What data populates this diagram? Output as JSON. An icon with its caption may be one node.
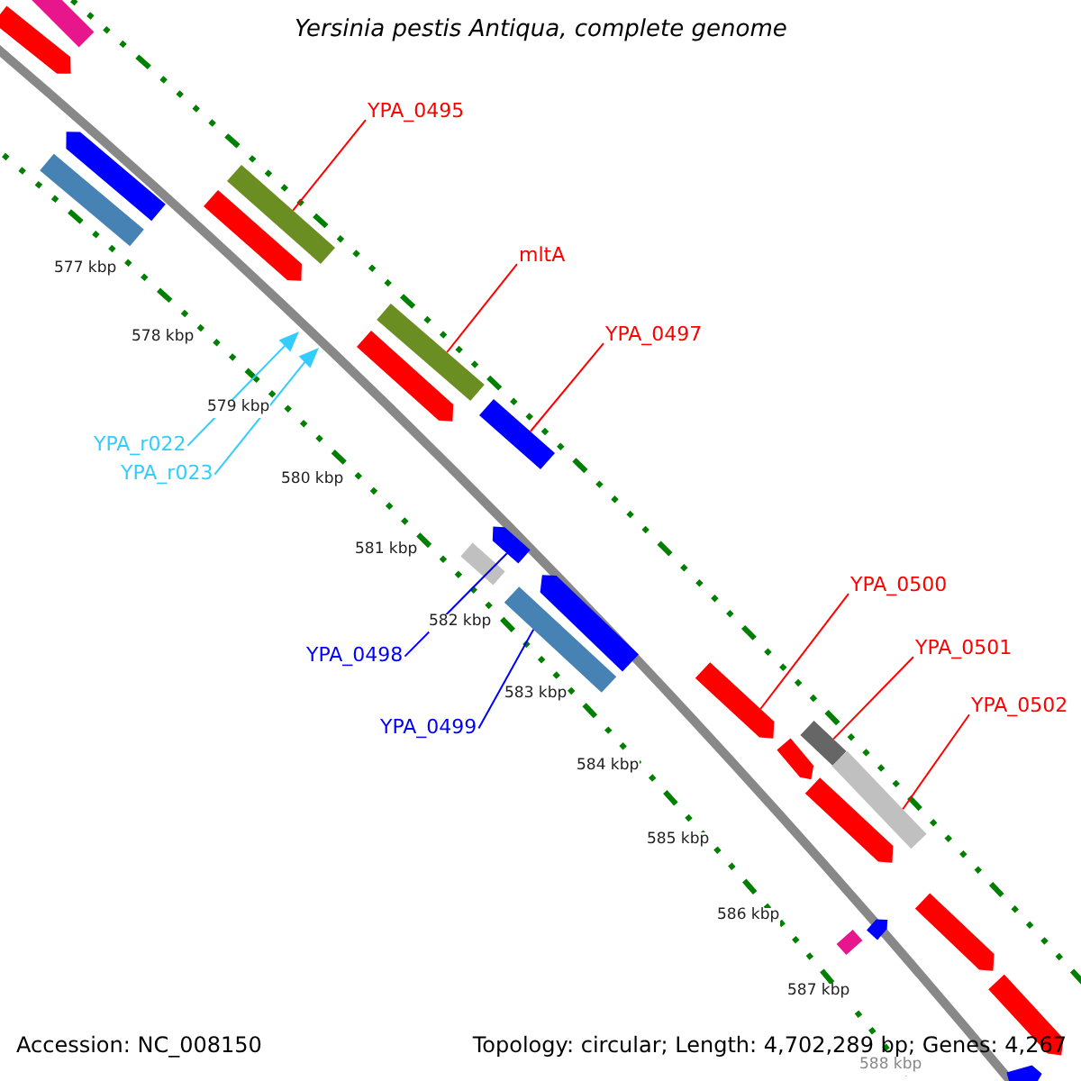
{
  "diagram": {
    "title": "Yersinia pestis Antiqua, complete genome",
    "nodes": [
      {
        "text": [
          "YPA_0495"
        ]
      },
      {
        "text": [],
        "shape": "bar"
      },
      {
        "text": [
          "mltA"
        ]
      },
      {
        "text": [],
        "shape": "bar"
      },
      {
        "text": [
          "YPA_0497"
        ]
      },
      {
        "text": [],
        "shape": "bar"
      },
      {
        "text": [
          "YPA_r022"
        ]
      },
      {
        "text": [],
        "shape": "triangle"
      },
      {
        "text": [
          "YPA_r023"
        ]
      },
      {
        "text": [],
        "shape": "triangle"
      },
      {
        "text": [
          "YPA_0498"
        ]
      },
      {
        "text": [],
        "shape": "bar"
      },
      {
        "text": [
          "YPA_0499"
        ]
      },
      {
        "text": [],
        "shape": "bar"
      },
      {
        "text": [
          "YPA_0500"
        ]
      },
      {
        "text": [],
        "shape": "bar"
      },
      {
        "text": [
          "YPA_0501"
        ]
      },
      {
        "text": [],
        "shape": "bar"
      },
      {
        "text": [
          "YPA_0502"
        ]
      },
      {
        "text": [],
        "shape": "bar"
      },
      {
        "text": [],
        "shape": "bar"
      },
      {
        "text": [],
        "shape": "bar"
      },
      {
        "text": [],
        "shape": "bar"
      },
      {
        "text": [],
        "shape": "bar"
      },
      {
        "text": [],
        "shape": "bar"
      },
      {
        "text": [],
        "shape": "bar"
      },
      {
        "text": [],
        "shape": "bar"
      },
      {
        "text": [],
        "shape": "bar"
      },
      {
        "text": [],
        "shape": "bar"
      },
      {
        "text": [],
        "shape": "bar"
      },
      {
        "text": [],
        "shape": "bar"
      },
      {
        "text": [],
        "shape": "bar"
      },
      {
        "text": [],
        "shape": "bar"
      },
      {
        "text": [],
        "shape": "bar"
      },
      {
        "text": [],
        "shape": "bar"
      }
    ],
    "edges": [
      {
        "from": 0,
        "to": 1,
        "arrow": "none"
      },
      {
        "from": 2,
        "to": 3,
        "arrow": "none"
      },
      {
        "from": 4,
        "to": 5,
        "arrow": "none"
      },
      {
        "from": 6,
        "to": 7,
        "arrow": "none",
        "color": "#33ccff"
      },
      {
        "from": 8,
        "to": 9,
        "arrow": "none",
        "color": "#33ccff"
      },
      {
        "from": 10,
        "to": 11,
        "arrow": "none",
        "color": "#0000ff"
      },
      {
        "from": 12,
        "to": 13,
        "arrow": "none",
        "color": "#0000ff"
      },
      {
        "from": 14,
        "to": 15,
        "arrow": "none"
      },
      {
        "from": 16,
        "to": 17,
        "arrow": "none"
      },
      {
        "from": 18,
        "to": 19,
        "arrow": "none"
      }
    ],
    "labels": [
      "577 kbp",
      "578 kbp",
      "579 kbp",
      "580 kbp",
      "581 kbp",
      "582 kbp",
      "583 kbp",
      "584 kbp",
      "585 kbp",
      "586 kbp",
      "587 kbp",
      "588 kbp",
      "Accession: NC_008150",
      "Topology: circular; Length: 4,702,289 bp; Genes: 4,267"
    ]
  }
}
